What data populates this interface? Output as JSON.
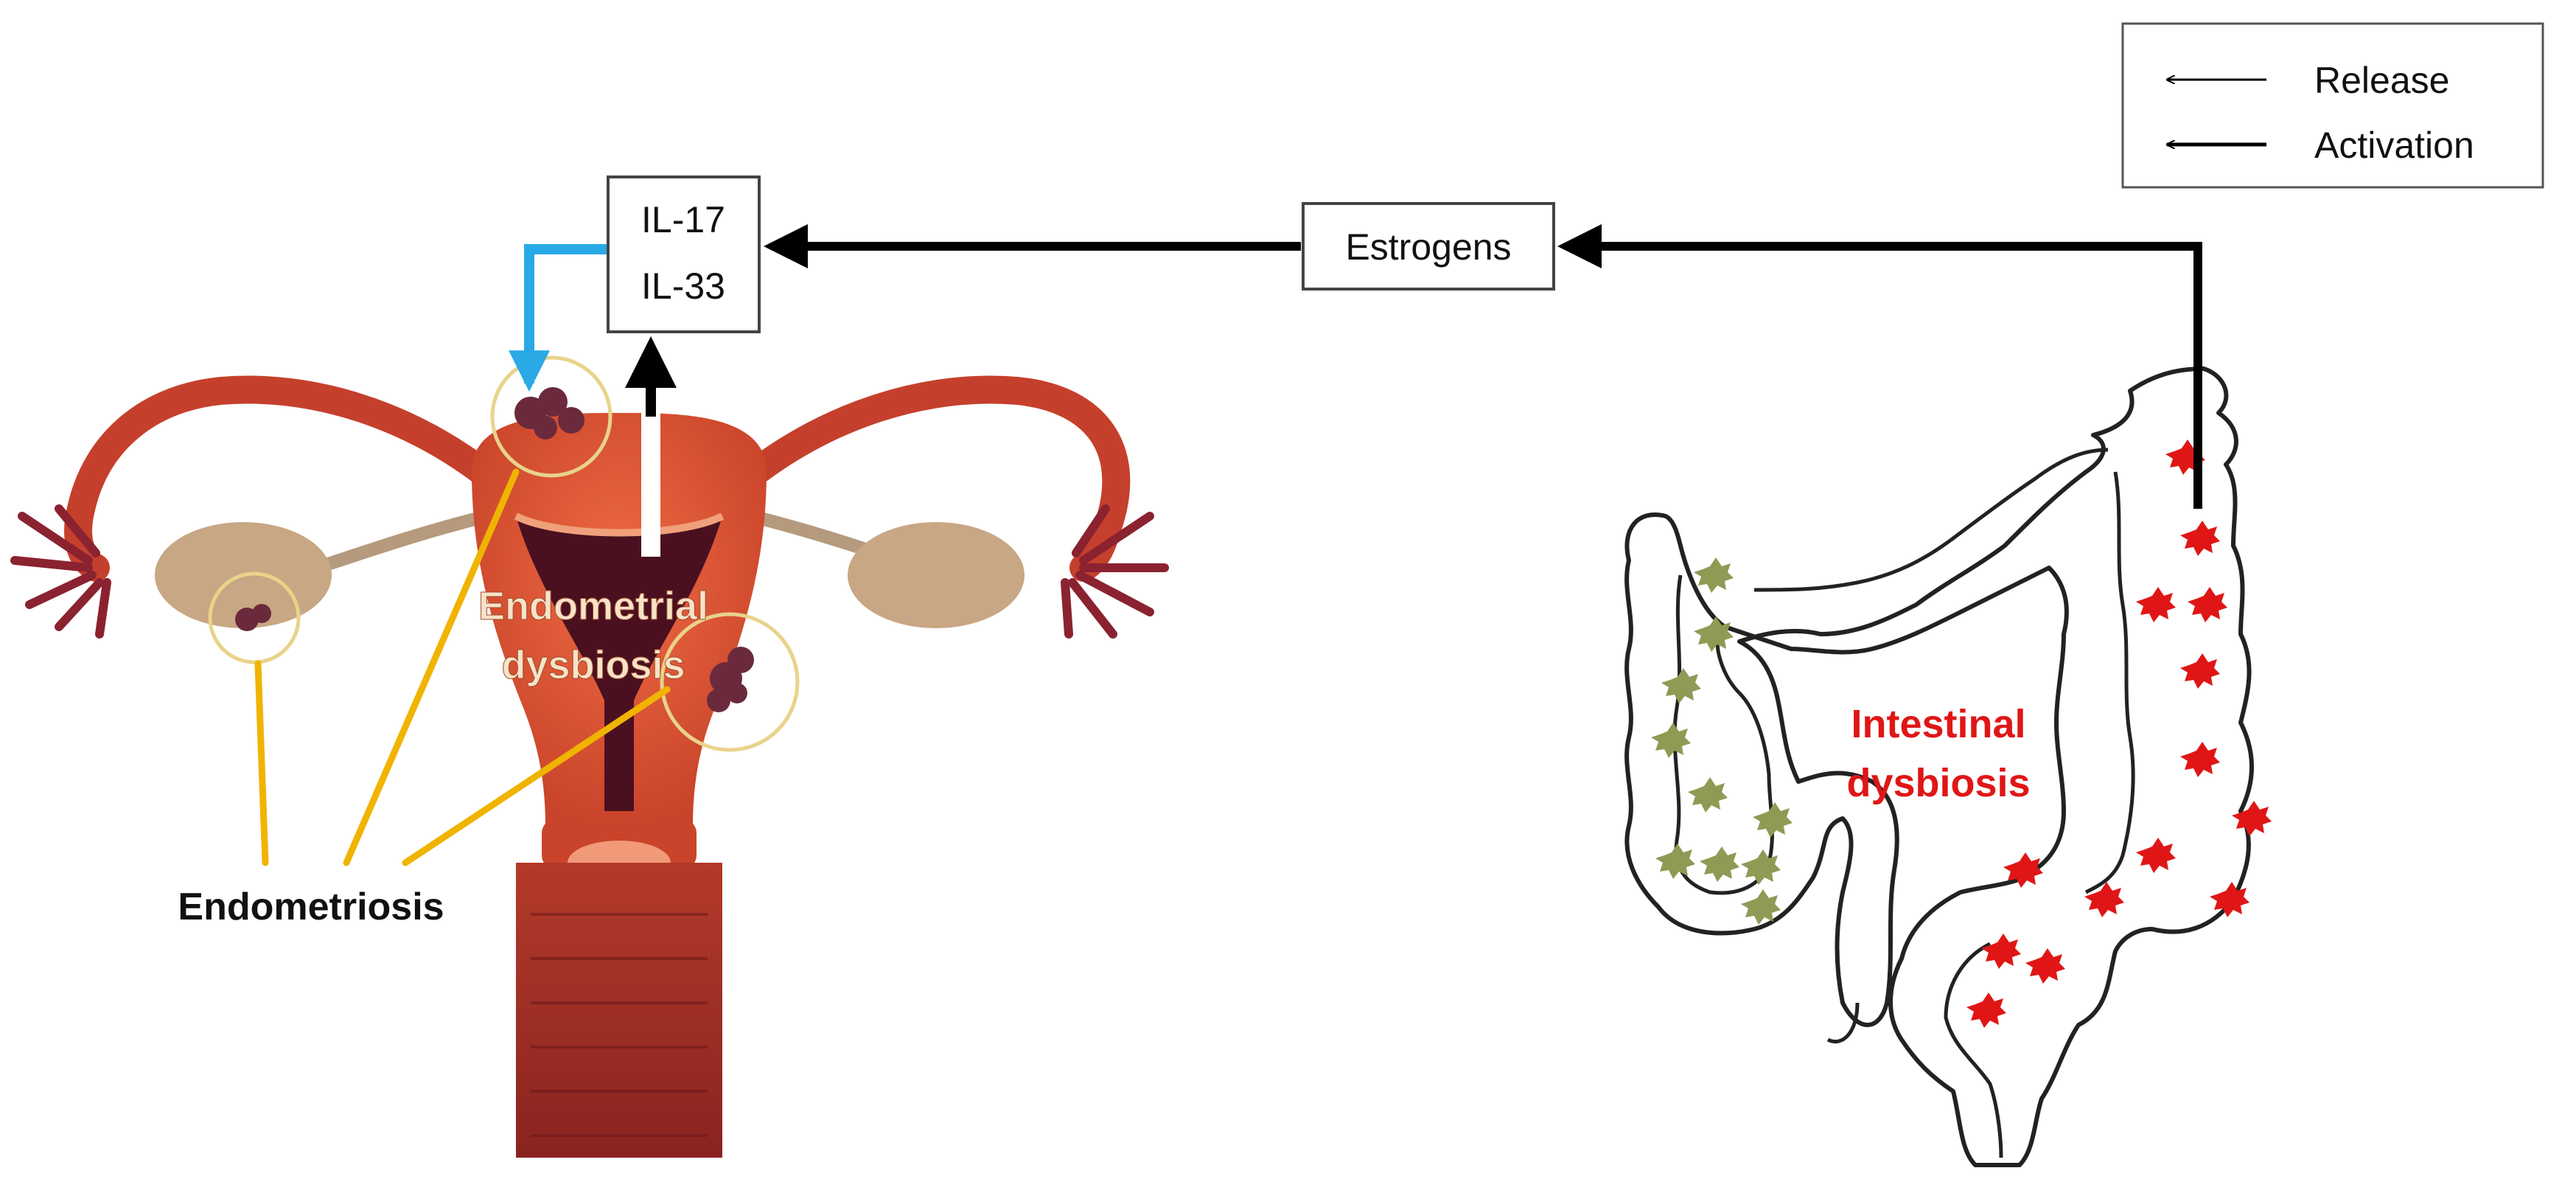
{
  "legend": {
    "release_label": "Release",
    "activation_label": "Activation"
  },
  "cytokine_box": {
    "line1": "IL-17",
    "line2": "IL-33"
  },
  "estrogens_box": {
    "label": "Estrogens"
  },
  "labels": {
    "endometrial_line1": "Endometrial",
    "endometrial_line2": "dysbiosis",
    "endometriosis": "Endometriosis",
    "intestinal_line1": "Intestinal",
    "intestinal_line2": "dysbiosis"
  },
  "colors": {
    "uterus": "#d9512f",
    "uterus_dark": "#7a1f22",
    "ovary": "#c8a784",
    "lesion": "#6b2a3c",
    "highlight_circle": "#e8d38a",
    "pointer_line": "#f0b400",
    "cyan_arrow": "#29a9e6",
    "bacteria_red": "#e01616",
    "bacteria_green": "#8f9a55",
    "intestinal_text": "#e01616"
  }
}
